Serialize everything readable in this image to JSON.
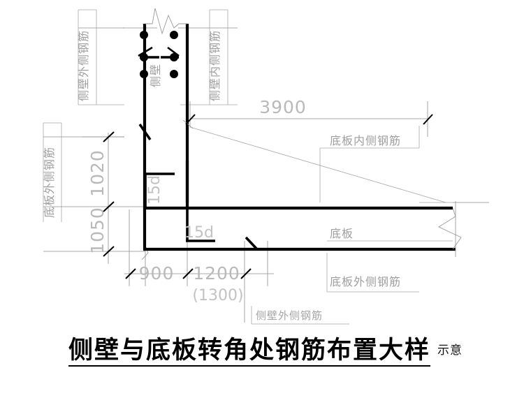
{
  "drawing": {
    "title_main": "侧壁与底板转角处钢筋布置大样",
    "title_sub": "示意",
    "dimensions": {
      "span_top": "3900",
      "wall_offset_left": "1020",
      "wall_offset_left2": "1050",
      "base_left": "900",
      "base_right": "1200",
      "base_right_alt": "(1300)",
      "hook_vertical": "15d",
      "hook_horizontal": "15d"
    },
    "labels": {
      "wall_outer_rebar_top": "侧壁外侧钢筋",
      "wall_inner_rebar_top": "侧壁内侧钢筋",
      "wall": "侧壁",
      "slab_outer_rebar_left": "底板外侧钢筋",
      "slab_inner_rebar_right": "底板内侧钢筋",
      "slab": "底板",
      "slab_outer_rebar_right": "底板外侧钢筋",
      "wall_outer_rebar_bottom": "侧壁外侧钢筋"
    },
    "colors": {
      "ink": "#000000",
      "dim_gray": "#b9b9b9",
      "label_gray": "#9e9e9e",
      "thin_line": "#8e8e8e",
      "background": "#ffffff"
    }
  }
}
